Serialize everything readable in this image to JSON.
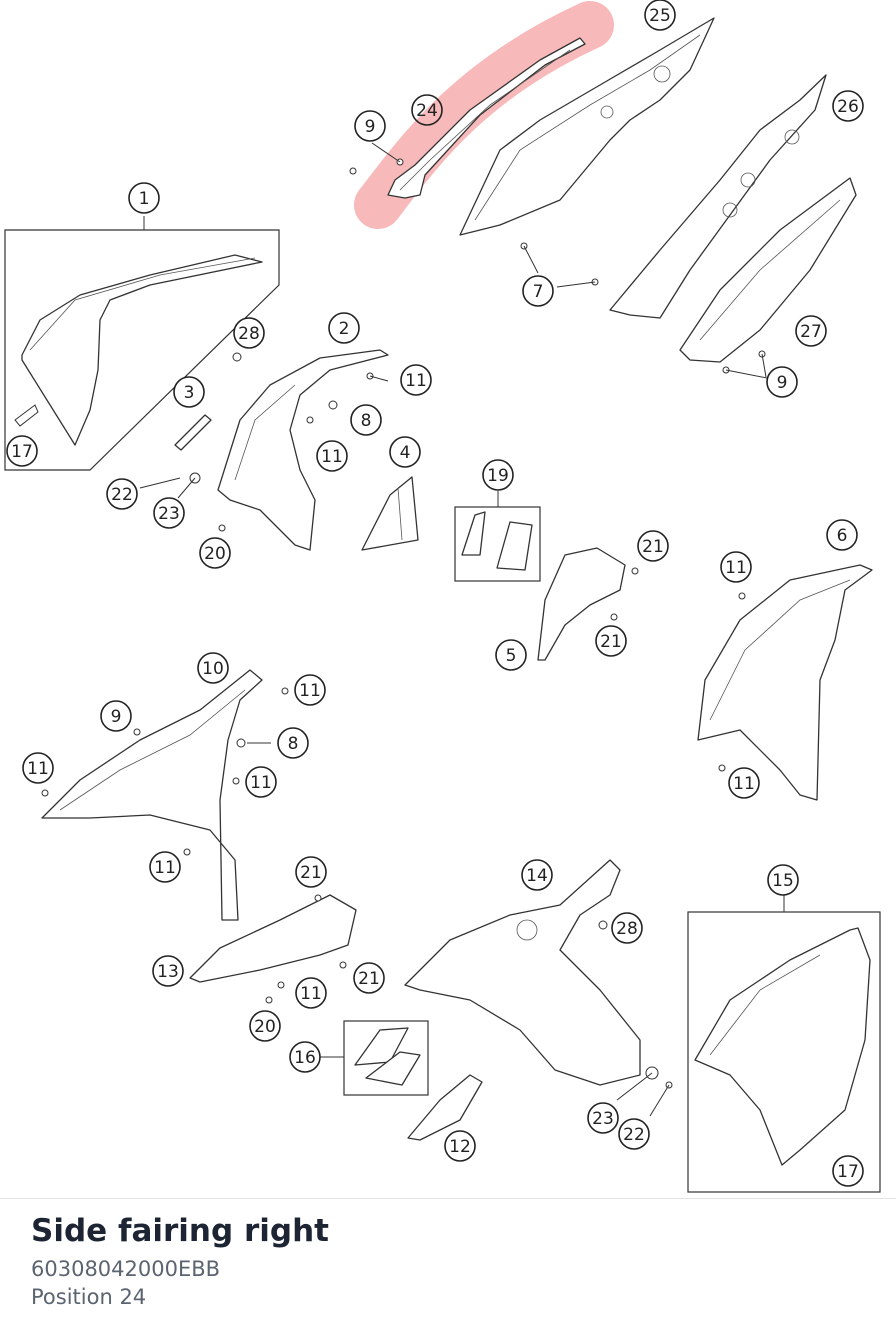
{
  "diagram": {
    "highlighted_callout": "24",
    "highlight_color": "#f08080",
    "callouts": [
      "25",
      "24",
      "9",
      "26",
      "1",
      "7",
      "27",
      "28",
      "2",
      "9",
      "3",
      "11",
      "8",
      "17",
      "11",
      "4",
      "22",
      "23",
      "19",
      "21",
      "20",
      "6",
      "11",
      "21",
      "5",
      "10",
      "11",
      "9",
      "8",
      "11",
      "11",
      "11",
      "11",
      "21",
      "14",
      "15",
      "13",
      "21",
      "28",
      "11",
      "20",
      "16",
      "23",
      "22",
      "12",
      "17"
    ]
  },
  "info": {
    "title": "Side fairing right",
    "part_number": "60308042000EBB",
    "position": "Position 24"
  }
}
